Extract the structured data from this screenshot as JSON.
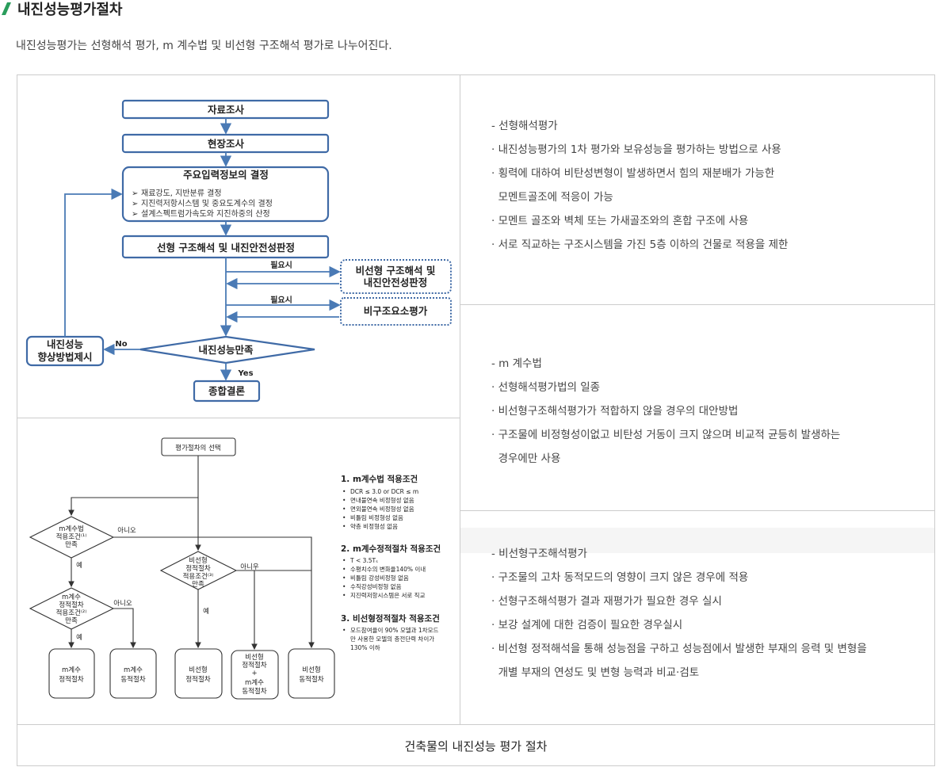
{
  "page": {
    "title": "내진성능평가절차",
    "intro": "내진성능평가는 선형해석 평가, m 계수법 및 비선형 구조해석 평가로 나누어진다.",
    "caption": "건축물의 내진성능 평가 절차",
    "accent_color": "#2a9d5c"
  },
  "flow1": {
    "step1": "자료조사",
    "step2": "현장조사",
    "step3_title": "주요입력정보의 결정",
    "step3_items": [
      "재료강도, 지반분류 결정",
      "지진력저항시스템 및 중요도계수의 결정",
      "설계스펙트럼가속도와 지진하중의 산정"
    ],
    "bullet": "➢",
    "step4": "선형 구조해석 및 내진안전성판정",
    "need1": "필요시",
    "side1_line1": "비선형 구조해석 및",
    "side1_line2": "내진안전성판정",
    "need2": "필요시",
    "side2": "비구조요소평가",
    "decision": "내진성능만족",
    "no": "No",
    "yes": "Yes",
    "improve_line1": "내진성능",
    "improve_line2": "향상방법제시",
    "final": "종합결론"
  },
  "flow2": {
    "start": "평가절차의 선택",
    "d1": [
      "m계수법",
      "적용조건⁽¹⁾",
      "만족"
    ],
    "d2": [
      "m계수",
      "정적절차",
      "적용조건⁽²⁾",
      "만족"
    ],
    "d3": [
      "비선형",
      "정적절차",
      "적용조건⁽³⁾",
      "만족"
    ],
    "yes": "예",
    "no": "아니오",
    "no_alt": "아니우",
    "box1": [
      "m계수",
      "정적절차"
    ],
    "box2": [
      "m계수",
      "동적절차"
    ],
    "box3": [
      "비선형",
      "정적절차"
    ],
    "box4": [
      "비선형",
      "정적절차",
      "+",
      "m계수",
      "동적절차"
    ],
    "box5": [
      "비선형",
      "동적절차"
    ],
    "cond1_title": "1. m계수법 적용조건",
    "cond1_items": [
      "DCR ≤ 3.0  or  DCR ≤ m",
      "면내불연속 비정형성 없음",
      "면외불연속 비정형성 없음",
      "비틀림 비정형성 없음",
      "약층 비정형성 없음"
    ],
    "cond2_title": "2. m계수정적절차 적용조건",
    "cond2_items": [
      "T < 3.5Tₛ",
      "수평치수의 변화율140% 이내",
      "비틀림 강성비정형 없음",
      "수직강성비정형 없음",
      "지진력저항시스템은 서로 직교"
    ],
    "cond3_title": "3. 비선형정적절차 적용조건",
    "cond3_items": [
      "모드참여율이 90% 모델과 1차모드",
      "만 사용한 모델의 층전단력 차이가",
      "130% 이하"
    ]
  },
  "desc1": {
    "heading": "- 선형해석평가",
    "lines": [
      "· 내진성능평가의 1차 평가와 보유성능을 평가하는 방법으로 사용",
      "· 횡력에 대하여 비탄성변형이 발생하면서 힘의 재분배가 가능한",
      "  모멘트골조에 적응이 가능",
      "· 모멘트 골조와 벽체 또는 가새골조와의 혼합 구조에 사용",
      "· 서로 직교하는 구조시스템을 가진 5층 이하의 건물로 적용을 제한"
    ]
  },
  "desc2": {
    "heading": "- m 계수법",
    "lines": [
      "· 선형해석평가법의 일종",
      "· 비선형구조해석평가가 적합하지 않을 경우의 대안방법",
      "· 구조물에 비정형성이없고 비탄성 거동이 크지 않으며 비교적 균등히 발생하는",
      "  경우에만 사용"
    ]
  },
  "desc3": {
    "heading": "- 비선형구조해석평가",
    "lines": [
      "· 구조물의 고차 동적모드의 영향이 크지 않은 경우에 적용",
      "· 선형구조해석평가 결과 재평가가 필요한 경우 실시",
      "· 보강 설계에 대한 검증이 필요한 경우실시",
      "· 비선형 정적해석을 통해 성능점을 구하고 성능점에서 발생한 부재의 응력 및 변형을",
      "  개별 부재의 연성도 및 변형 능력과 비교·검토"
    ]
  }
}
